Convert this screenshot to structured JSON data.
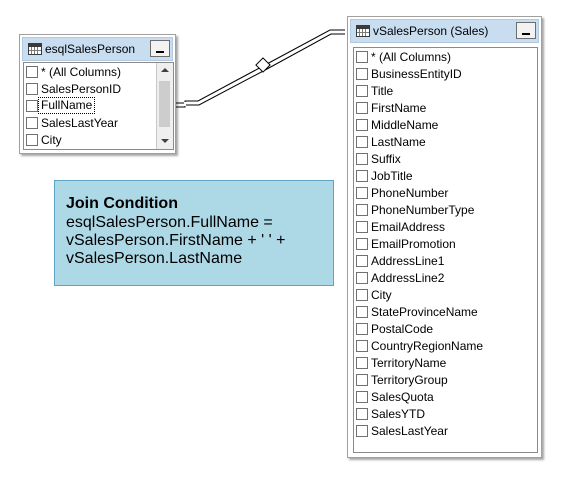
{
  "left_table": {
    "title": "esqlSalesPerson",
    "columns": [
      {
        "label": "* (All Columns)",
        "checked": false
      },
      {
        "label": "SalesPersonID",
        "checked": false
      },
      {
        "label": "FullName",
        "checked": false,
        "focused": true
      },
      {
        "label": "SalesLastYear",
        "checked": false
      },
      {
        "label": "City",
        "checked": false
      }
    ]
  },
  "right_table": {
    "title": "vSalesPerson (Sales)",
    "columns": [
      {
        "label": "* (All Columns)",
        "checked": false
      },
      {
        "label": "BusinessEntityID",
        "checked": false
      },
      {
        "label": "Title",
        "checked": false
      },
      {
        "label": "FirstName",
        "checked": false
      },
      {
        "label": "MiddleName",
        "checked": false
      },
      {
        "label": "LastName",
        "checked": false
      },
      {
        "label": "Suffix",
        "checked": false
      },
      {
        "label": "JobTitle",
        "checked": false
      },
      {
        "label": "PhoneNumber",
        "checked": false
      },
      {
        "label": "PhoneNumberType",
        "checked": false
      },
      {
        "label": "EmailAddress",
        "checked": false
      },
      {
        "label": "EmailPromotion",
        "checked": false
      },
      {
        "label": "AddressLine1",
        "checked": false
      },
      {
        "label": "AddressLine2",
        "checked": false
      },
      {
        "label": "City",
        "checked": false
      },
      {
        "label": "StateProvinceName",
        "checked": false
      },
      {
        "label": "PostalCode",
        "checked": false
      },
      {
        "label": "CountryRegionName",
        "checked": false
      },
      {
        "label": "TerritoryName",
        "checked": false
      },
      {
        "label": "TerritoryGroup",
        "checked": false
      },
      {
        "label": "SalesQuota",
        "checked": false
      },
      {
        "label": "SalesYTD",
        "checked": false
      },
      {
        "label": "SalesLastYear",
        "checked": false
      }
    ]
  },
  "join_annotation": {
    "title": "Join Condition",
    "lines": [
      "esqlSalesPerson.FullName =",
      "vSalesPerson.FirstName + ' ' +",
      "vSalesPerson.LastName"
    ]
  },
  "colors": {
    "title_bar": "#c8ddf0",
    "annotation_bg": "#add8e6",
    "annotation_border": "#5da6c4"
  }
}
